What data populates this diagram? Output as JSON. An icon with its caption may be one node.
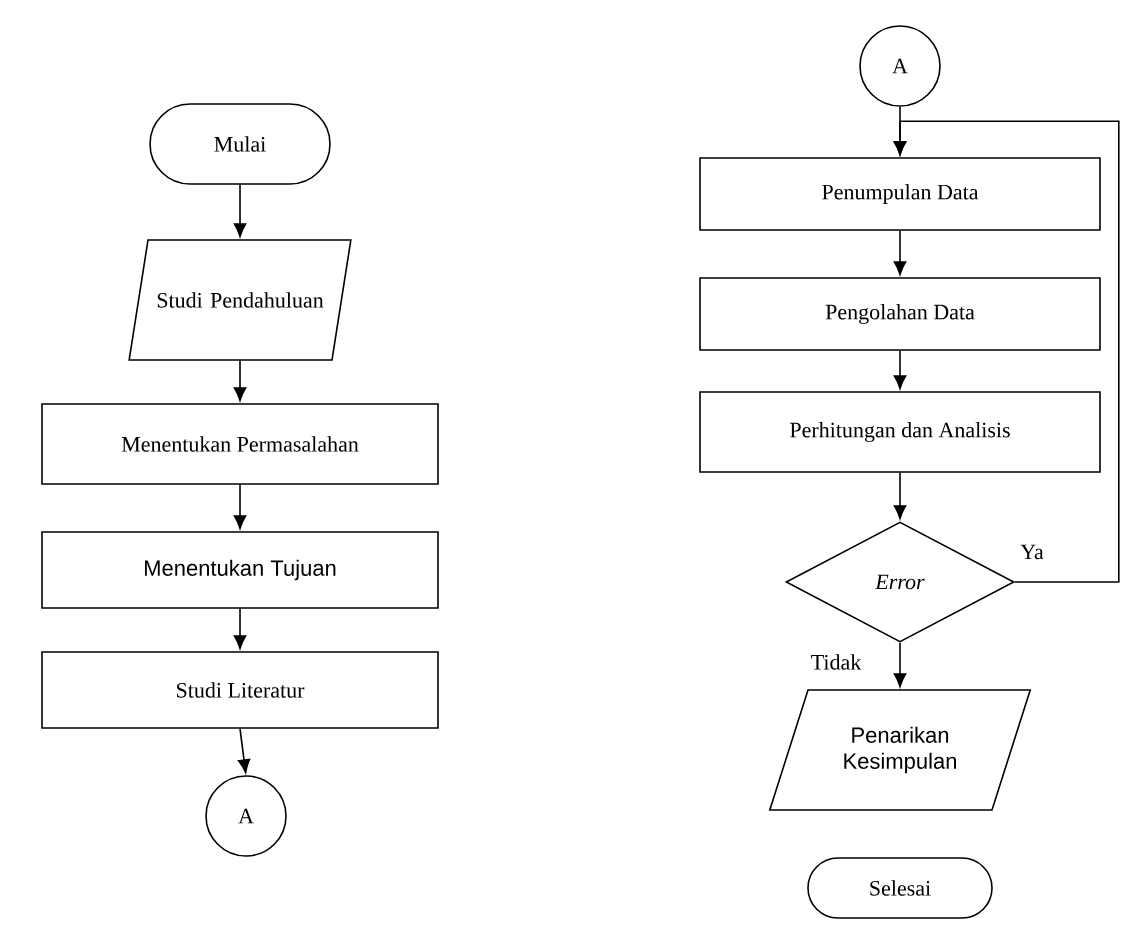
{
  "diagram": {
    "nodes": [
      {
        "text": [
          "Mulai"
        ]
      },
      {
        "text": [
          "Studi Pendahuluan"
        ]
      },
      {
        "text": [
          "Menentukan Permasalahan"
        ]
      },
      {
        "text": [
          "Menentukan Tujuan"
        ]
      },
      {
        "text": [
          "Studi Literatur"
        ]
      },
      {
        "text": [
          "A"
        ]
      },
      {
        "text": [
          "A"
        ]
      },
      {
        "text": [
          "Penumpulan Data"
        ]
      },
      {
        "text": [
          "Pengolahan Data"
        ]
      },
      {
        "text": [
          "Perhitungan dan Analisis"
        ]
      },
      {
        "text": [
          "*Error*"
        ]
      },
      {
        "text": [
          "Penarikan Kesimpulan"
        ]
      },
      {
        "text": [
          "Selesai"
        ]
      }
    ],
    "edges": [
      {
        "from": 0,
        "to": 1,
        "arrow": "to"
      },
      {
        "from": 1,
        "to": 2,
        "arrow": "to"
      },
      {
        "from": 2,
        "to": 3,
        "arrow": "to"
      },
      {
        "from": 3,
        "to": 4,
        "arrow": "to"
      },
      {
        "from": 4,
        "to": 5,
        "arrow": "to"
      },
      {
        "from": 6,
        "to": 7,
        "arrow": "to"
      },
      {
        "from": 7,
        "to": 8,
        "arrow": "to"
      },
      {
        "from": 8,
        "to": 9,
        "arrow": "to"
      },
      {
        "from": 9,
        "to": 10,
        "arrow": "to"
      },
      {
        "from": 10,
        "to": 11,
        "arrow": "to",
        "label": "Tidak"
      },
      {
        "from": 10,
        "to": 7,
        "arrow": "to",
        "label": "Ya"
      }
    ]
  }
}
